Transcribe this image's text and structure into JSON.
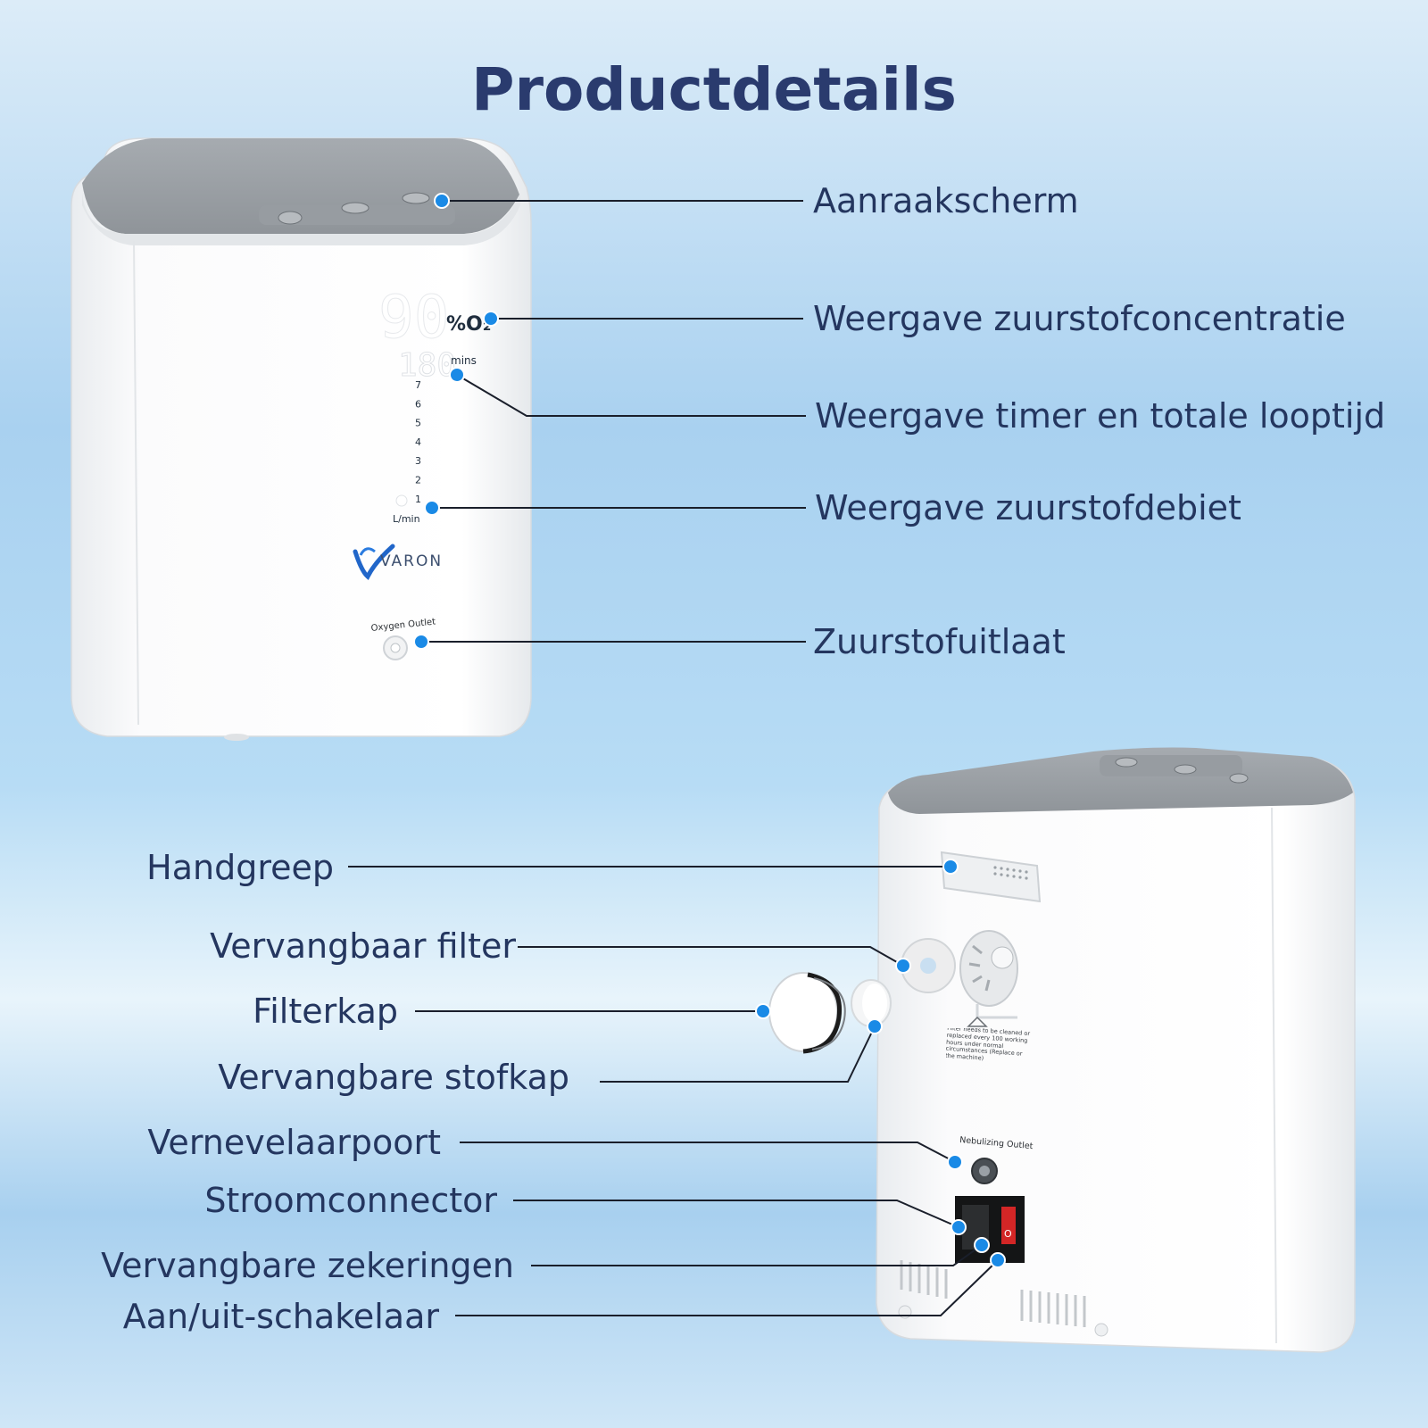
{
  "title": "Productdetails",
  "front_labels": [
    "Aanraakscherm",
    "Weergave zuurstofconcentratie",
    "Weergave timer en totale looptijd",
    "Weergave zuurstofdebiet",
    "Zuurstofuitlaat"
  ],
  "back_labels": [
    "Handgreep",
    "Vervangbaar filter",
    "Filterkap",
    "Vervangbare stofkap",
    "Vernevelaarpoort",
    "Stroomconnector",
    "Vervangbare zekeringen",
    "Aan/uit-schakelaar"
  ],
  "device": {
    "concentration": "90",
    "concentration_unit": "%O₂",
    "timer": "180",
    "timer_unit": "mins",
    "flow_scale": [
      "7",
      "6",
      "5",
      "4",
      "3",
      "2",
      "1"
    ],
    "flow_unit": "L/min",
    "brand": "VARON",
    "outlet_label": "Oxygen Outlet",
    "nebulizer_label": "Nebulizing Outlet",
    "filter_note": "Filter needs to be cleaned or replaced every 100 working hours under normal circumstances (Replace or the machine)"
  },
  "colors": {
    "title": "#2a3b6e",
    "label": "#24365f",
    "marker": "#1a8ae6",
    "device_top": "#9ea3a8",
    "device_body": "#f7f8f9"
  }
}
